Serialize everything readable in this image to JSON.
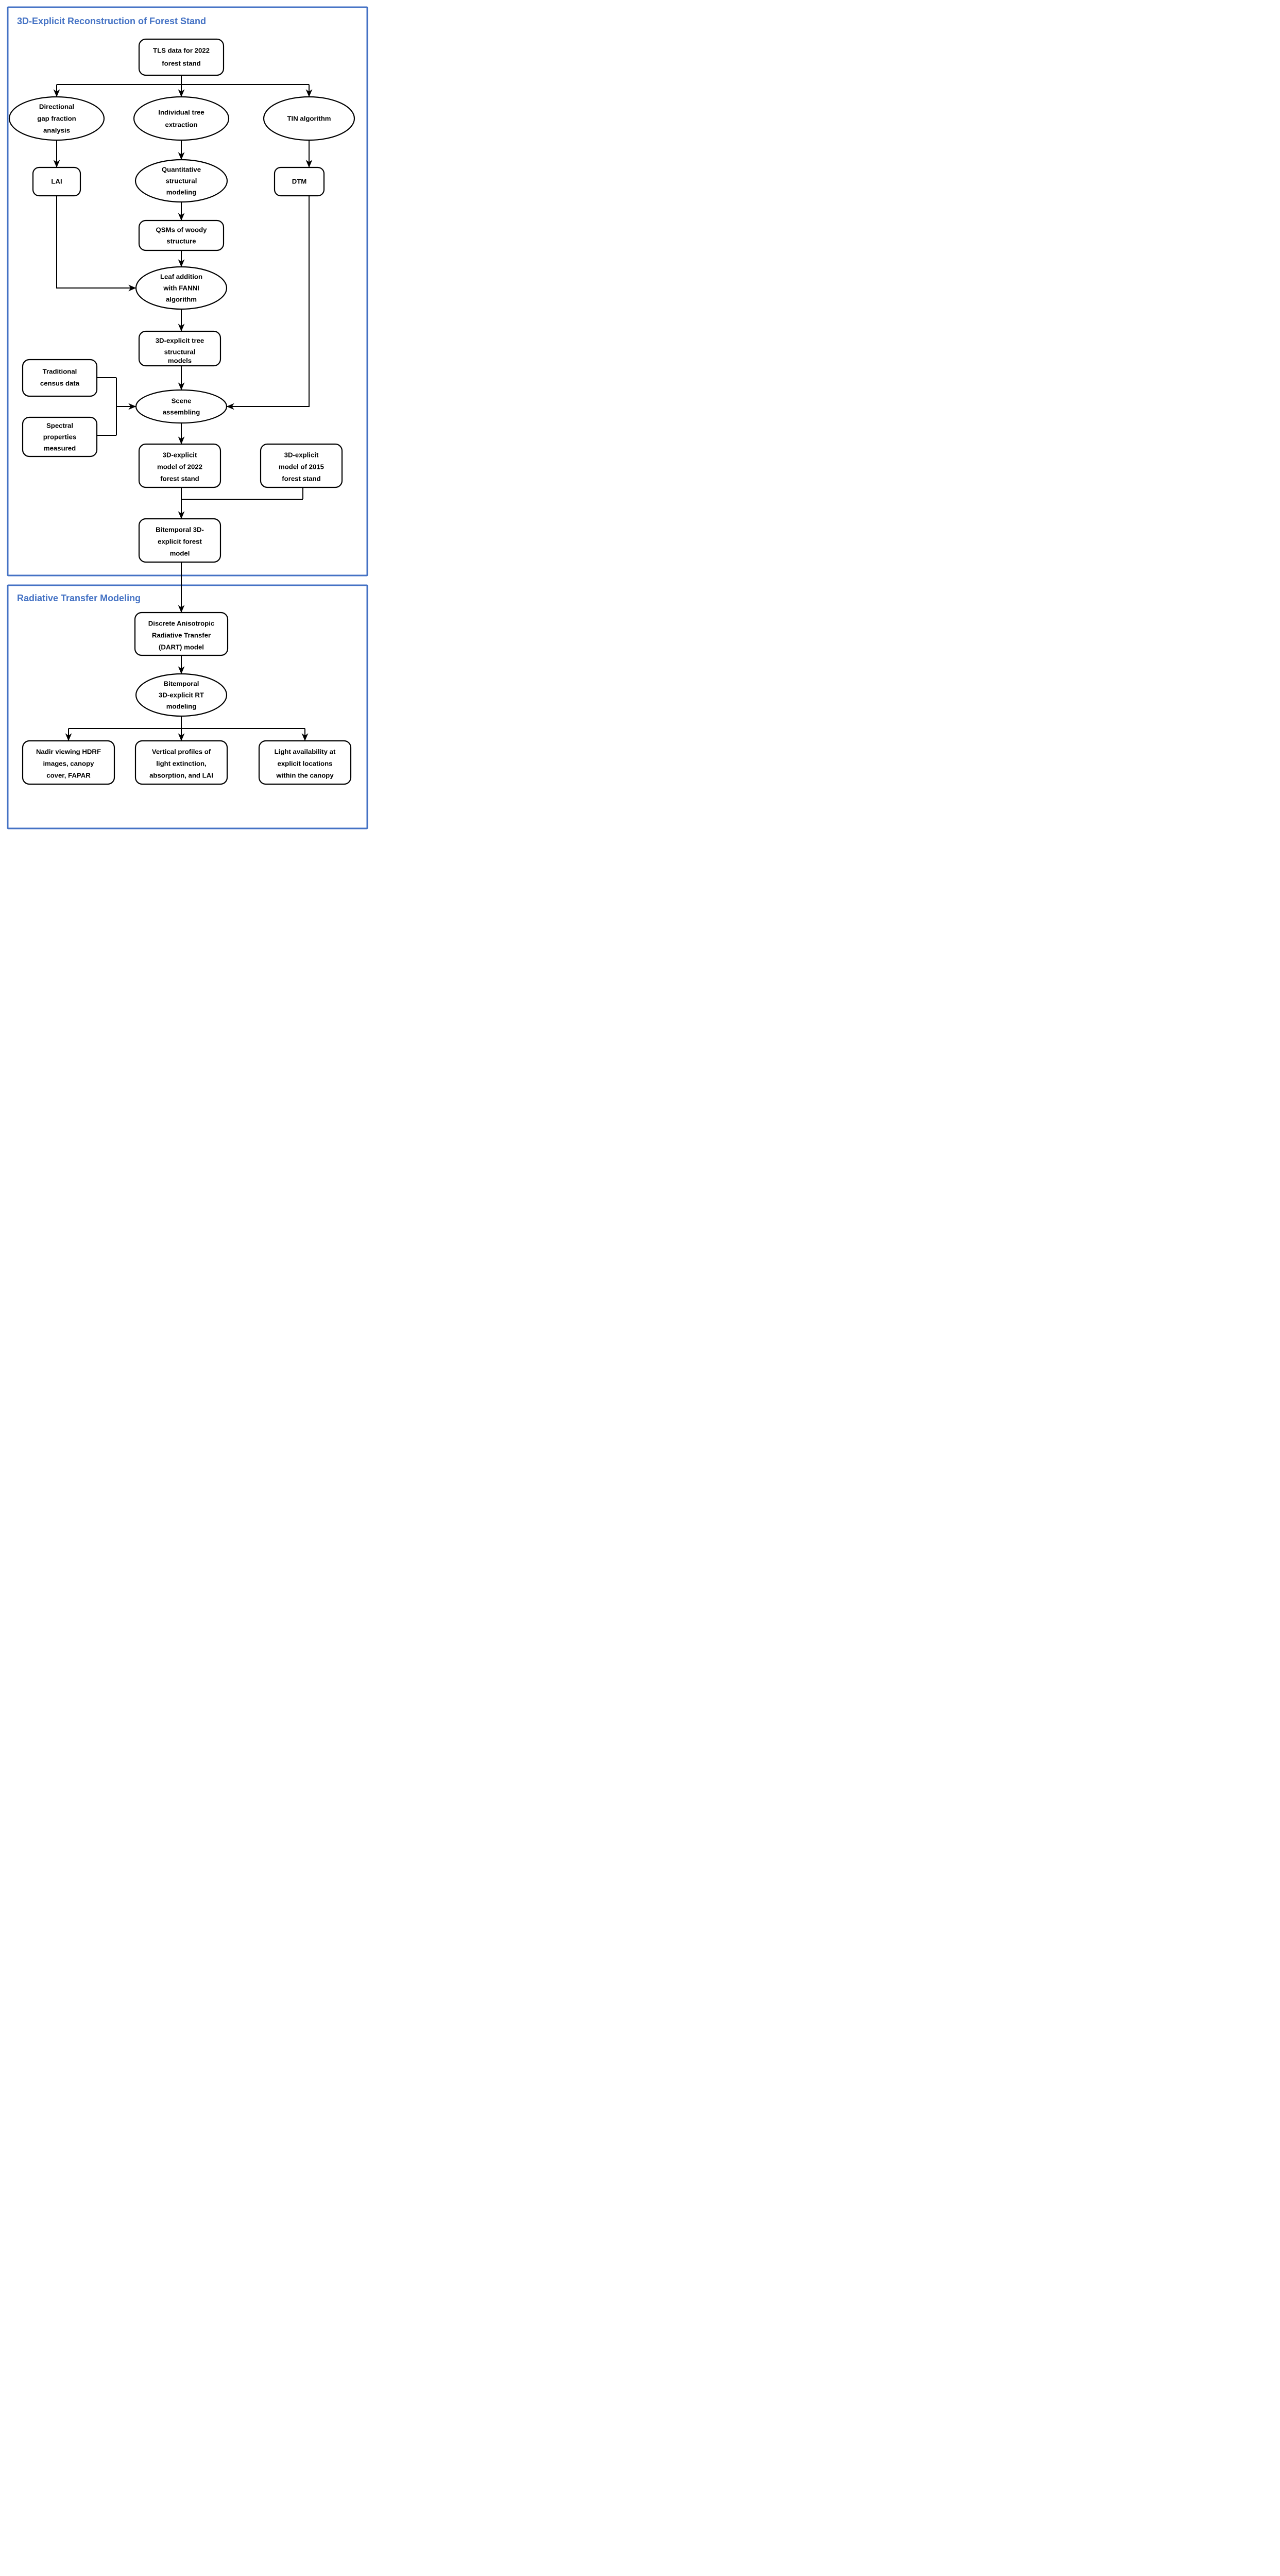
{
  "figure": {
    "kind": "flowchart",
    "background_color": "#ffffff",
    "panel_border_color": "#4472C4",
    "node_border_color": "#000000",
    "node_fill_color": "#ffffff",
    "edge_color": "#000000"
  },
  "panels": [
    {
      "id": "panel-reconstruction",
      "title": "3D-Explicit Reconstruction of Forest Stand"
    },
    {
      "id": "panel-rt",
      "title": "Radiative Transfer Modeling"
    }
  ],
  "nodes": {
    "tls_data": {
      "shape": "rounded-rect",
      "lines": [
        "TLS data for 2022",
        "forest stand"
      ]
    },
    "directional_gap_fraction": {
      "shape": "ellipse",
      "lines": [
        "Directional",
        "gap fraction",
        "analysis"
      ]
    },
    "individual_tree_extraction": {
      "shape": "ellipse",
      "lines": [
        "Individual tree",
        "extraction"
      ]
    },
    "tin_algorithm": {
      "shape": "ellipse",
      "lines": [
        "TIN algorithm"
      ]
    },
    "lai": {
      "shape": "rounded-rect",
      "lines": [
        "LAI"
      ]
    },
    "quantitative_structural_modeling": {
      "shape": "ellipse",
      "lines": [
        "Quantitative",
        "structural",
        "modeling"
      ]
    },
    "dtm": {
      "shape": "rounded-rect",
      "lines": [
        "DTM"
      ]
    },
    "qsms_woody_structure": {
      "shape": "rounded-rect",
      "lines": [
        "QSMs of woody",
        "structure"
      ]
    },
    "leaf_addition_fanni": {
      "shape": "ellipse",
      "lines": [
        "Leaf addition",
        "with FANNI",
        "algorithm"
      ]
    },
    "tree_structural_models": {
      "shape": "rounded-rect",
      "lines": [
        "3D-explicit tree",
        "structural",
        "models"
      ]
    },
    "traditional_census_data": {
      "shape": "rounded-rect",
      "lines": [
        "Traditional",
        "census data"
      ]
    },
    "spectral_properties_measured": {
      "shape": "rounded-rect",
      "lines": [
        "Spectral",
        "properties",
        "measured"
      ]
    },
    "scene_assembling": {
      "shape": "ellipse",
      "lines": [
        "Scene",
        "assembling"
      ]
    },
    "model_2022": {
      "shape": "rounded-rect",
      "lines": [
        "3D-explicit",
        "model of 2022",
        "forest stand"
      ]
    },
    "model_2015": {
      "shape": "rounded-rect",
      "lines": [
        "3D-explicit",
        "model of 2015",
        "forest stand"
      ]
    },
    "bitemporal_forest_model": {
      "shape": "rounded-rect",
      "lines": [
        "Bitemporal 3D-",
        "explicit forest",
        "model"
      ]
    },
    "dart_model": {
      "shape": "rounded-rect",
      "lines": [
        "Discrete Anisotropic",
        "Radiative Transfer",
        "(DART) model"
      ]
    },
    "bitemporal_rt_modeling": {
      "shape": "ellipse",
      "lines": [
        "Bitemporal",
        "3D-explicit RT",
        "modeling"
      ]
    },
    "output_hdrf": {
      "shape": "rounded-rect",
      "lines": [
        "Nadir viewing HDRF",
        "images, canopy",
        "cover, FAPAR"
      ]
    },
    "output_vertical_profiles": {
      "shape": "rounded-rect",
      "lines": [
        "Vertical profiles of",
        "light extinction,",
        "absorption, and LAI"
      ]
    },
    "output_light_availability": {
      "shape": "rounded-rect",
      "lines": [
        "Light availability at",
        "explicit locations",
        "within the canopy"
      ]
    }
  },
  "edges": [
    {
      "from": "tls_data",
      "to": "directional_gap_fraction"
    },
    {
      "from": "tls_data",
      "to": "individual_tree_extraction"
    },
    {
      "from": "tls_data",
      "to": "tin_algorithm"
    },
    {
      "from": "directional_gap_fraction",
      "to": "lai"
    },
    {
      "from": "individual_tree_extraction",
      "to": "quantitative_structural_modeling"
    },
    {
      "from": "tin_algorithm",
      "to": "dtm"
    },
    {
      "from": "quantitative_structural_modeling",
      "to": "qsms_woody_structure"
    },
    {
      "from": "qsms_woody_structure",
      "to": "leaf_addition_fanni"
    },
    {
      "from": "lai",
      "to": "leaf_addition_fanni"
    },
    {
      "from": "leaf_addition_fanni",
      "to": "tree_structural_models"
    },
    {
      "from": "tree_structural_models",
      "to": "scene_assembling"
    },
    {
      "from": "traditional_census_data",
      "to": "scene_assembling"
    },
    {
      "from": "spectral_properties_measured",
      "to": "scene_assembling"
    },
    {
      "from": "dtm",
      "to": "scene_assembling"
    },
    {
      "from": "scene_assembling",
      "to": "model_2022"
    },
    {
      "from": "model_2022",
      "to": "bitemporal_forest_model"
    },
    {
      "from": "model_2015",
      "to": "bitemporal_forest_model"
    },
    {
      "from": "bitemporal_forest_model",
      "to": "dart_model"
    },
    {
      "from": "dart_model",
      "to": "bitemporal_rt_modeling"
    },
    {
      "from": "bitemporal_rt_modeling",
      "to": "output_hdrf"
    },
    {
      "from": "bitemporal_rt_modeling",
      "to": "output_vertical_profiles"
    },
    {
      "from": "bitemporal_rt_modeling",
      "to": "output_light_availability"
    }
  ]
}
